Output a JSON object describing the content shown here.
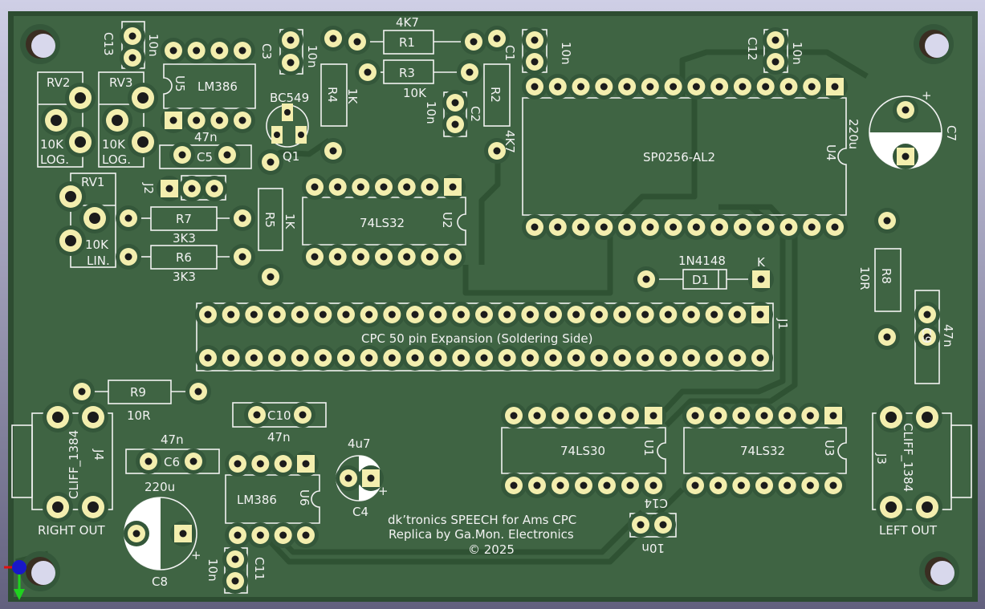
{
  "board": {
    "title_line1": "dk’tronics SPEECH for Ams CPC",
    "title_line2": "Replica by Ga.Mon. Electronics",
    "title_line3": "© 2025",
    "colors": {
      "board": "#3f6443",
      "edge": "#2d4c31",
      "pad": "#f3eeae",
      "silk": "#f2f2f2",
      "track": "#2f5233"
    }
  },
  "labels": {
    "C13": "C13",
    "C13v": "10n",
    "U5": "U5",
    "U5v": "LM386",
    "C3": "C3",
    "C3v": "10n",
    "RV2": "RV2",
    "RV2v1": "10K",
    "RV2v2": "LOG.",
    "RV3": "RV3",
    "RV3v1": "10K",
    "RV3v2": "LOG.",
    "RV1": "RV1",
    "RV1v1": "10K",
    "RV1v2": "LIN.",
    "C5": "C5",
    "C5v": "47n",
    "J2": "J2",
    "Q1": "Q1",
    "Q1v": "BC549",
    "R4": "R4",
    "R4v": "1K",
    "R1": "R1",
    "R1v": "4K7",
    "R3": "R3",
    "R3v": "10K",
    "C2": "C2",
    "C2v": "10n",
    "R2": "R2",
    "R2v": "4K7",
    "C1": "C1",
    "C1v": "10n",
    "C12": "C12",
    "C12v": "10n",
    "U4": "U4",
    "U4v": "SP0256-AL2",
    "C7": "C7",
    "C7v": "220u",
    "R7": "R7",
    "R7v": "3K3",
    "R6": "R6",
    "R6v": "3K3",
    "R5": "R5",
    "R5v": "1K",
    "U2": "U2",
    "U2v": "74LS32",
    "D1": "D1",
    "D1v": "1N4148",
    "D1k": "K",
    "J1": "J1",
    "J1v": "CPC 50 pin Expansion (Soldering Side)",
    "R8": "R8",
    "R8v": "10R",
    "C9": "C9",
    "C9v": "47n",
    "R9": "R9",
    "R9v": "10R",
    "C10": "C10",
    "C10v": "47n",
    "C6": "C6",
    "C6v": "47n",
    "U6": "U6",
    "U6v": "LM386",
    "C4": "C4",
    "C4v": "4u7",
    "C8": "C8",
    "C8v": "220u",
    "C11": "C11",
    "C11v": "10n",
    "U1": "U1",
    "U1v": "74LS30",
    "U3": "U3",
    "U3v": "74LS32",
    "C14": "C14",
    "C14v": "10n",
    "J4": "J4",
    "J4v": "CLIFF_1384",
    "J4o": "RIGHT OUT",
    "J3": "J3",
    "J3v": "CLIFF_1384",
    "J3o": "LEFT OUT"
  }
}
